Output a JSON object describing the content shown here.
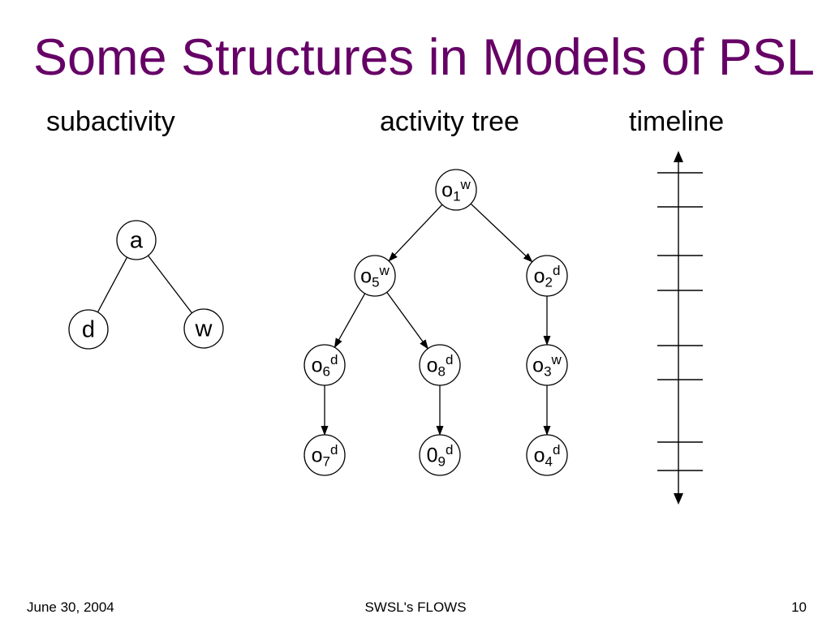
{
  "slide": {
    "title": "Some Structures in Models of PSL",
    "footer": {
      "date": "June 30, 2004",
      "center": "SWSL's FLOWS",
      "page_number": "10"
    },
    "colors": {
      "title": "#660066",
      "text": "#000000",
      "diagram_stroke": "#000000"
    }
  },
  "section_labels": {
    "subactivity": "subactivity",
    "activity_tree": "activity tree",
    "timeline": "timeline"
  },
  "subactivity_tree": {
    "nodes": {
      "a": "a",
      "d": "d",
      "w": "w"
    },
    "edges": [
      "a — d",
      "a — w"
    ],
    "edge_style": "plain-line"
  },
  "activity_tree": {
    "nodes": {
      "o1": {
        "base": "o",
        "sub": "1",
        "sup": "w"
      },
      "o5": {
        "base": "o",
        "sub": "5",
        "sup": "w"
      },
      "o2": {
        "base": "o",
        "sub": "2",
        "sup": "d"
      },
      "o6": {
        "base": "o",
        "sub": "6",
        "sup": "d"
      },
      "o8": {
        "base": "o",
        "sub": "8",
        "sup": "d"
      },
      "o3": {
        "base": "o",
        "sub": "3",
        "sup": "w"
      },
      "o7": {
        "base": "o",
        "sub": "7",
        "sup": "d"
      },
      "o9": {
        "base": "0",
        "sub": "9",
        "sup": "d"
      },
      "o4": {
        "base": "o",
        "sub": "4",
        "sup": "d"
      }
    },
    "edges": [
      "o1 → o5",
      "o1 → o2",
      "o5 → o6",
      "o5 → o8",
      "o2 → o3",
      "o6 → o7",
      "o8 → o9",
      "o3 → o4"
    ],
    "edge_style": "arrow"
  },
  "timeline": {
    "orientation": "vertical",
    "arrowheads": "both-ends",
    "tick_count": 8
  }
}
